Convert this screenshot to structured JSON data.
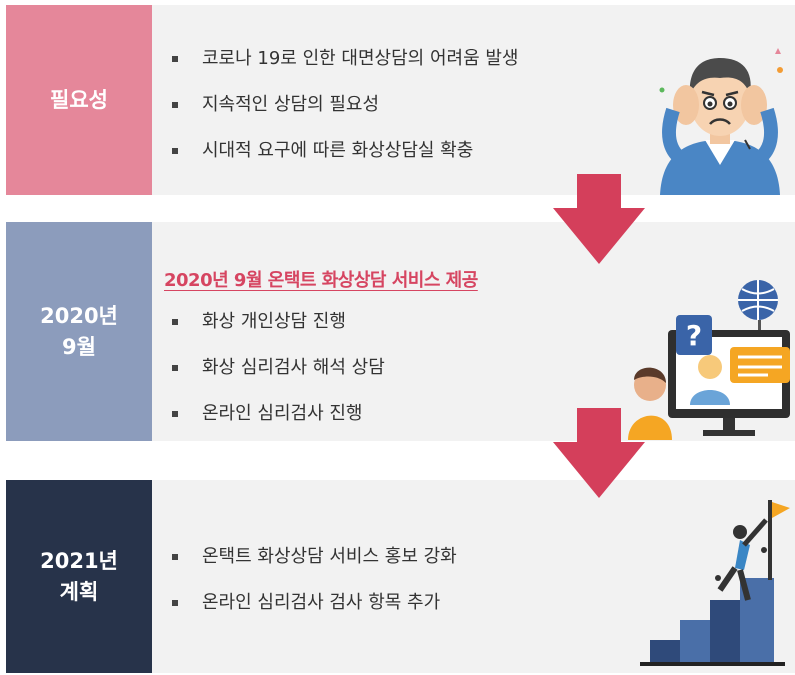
{
  "rows": [
    {
      "label": "필요성",
      "bullets": [
        "코로나 19로 인한 대면상담의 어려움 발생",
        "지속적인 상담의 필요성",
        "시대적 요구에 따른 화상상담실 확충"
      ]
    },
    {
      "label_line1": "2020년",
      "label_line2": "9월",
      "highlight": "2020년 9월 온택트 화상상담 서비스 제공",
      "bullets": [
        "화상 개인상담 진행",
        "화상 심리검사 해석 상담",
        "온라인 심리검사 진행"
      ]
    },
    {
      "label_line1": "2021년",
      "label_line2": "계획",
      "bullets": [
        "온택트 화상상담 서비스 홍보 강화",
        "온라인 심리검사 검사 항목 추가"
      ]
    }
  ],
  "colors": {
    "row1_label": "#e5879a",
    "row2_label": "#8c9cbc",
    "row3_label": "#27334a",
    "arrow": "#d43f5b",
    "highlight_text": "#d64561"
  },
  "icons": [
    "stressed-person-icon",
    "video-counseling-icon",
    "climbing-to-flag-icon",
    "down-arrow-icon"
  ]
}
